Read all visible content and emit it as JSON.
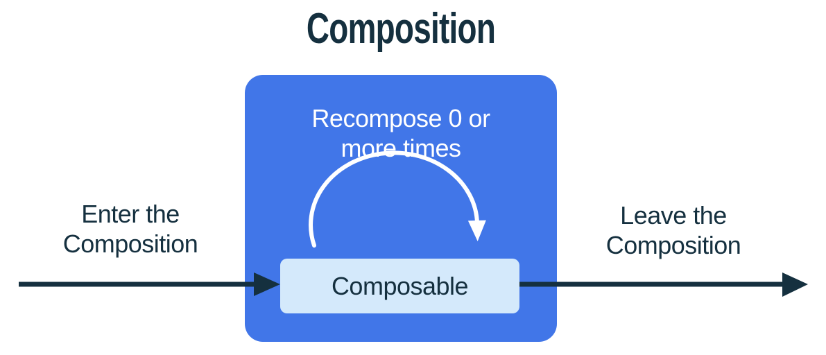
{
  "title": "Composition",
  "colors": {
    "dark_navy": "#15303F",
    "accent_blue": "#4176E8",
    "light_blue": "#D4E9FB",
    "arrow_white": "#FFFFFF",
    "page_bg": "#FFFFFF"
  },
  "diagram": {
    "composition_box": {
      "recompose_label": "Recompose 0 or\nmore times",
      "composable_label": "Composable"
    },
    "enter_label": "Enter the\nComposition",
    "leave_label": "Leave the\nComposition"
  }
}
